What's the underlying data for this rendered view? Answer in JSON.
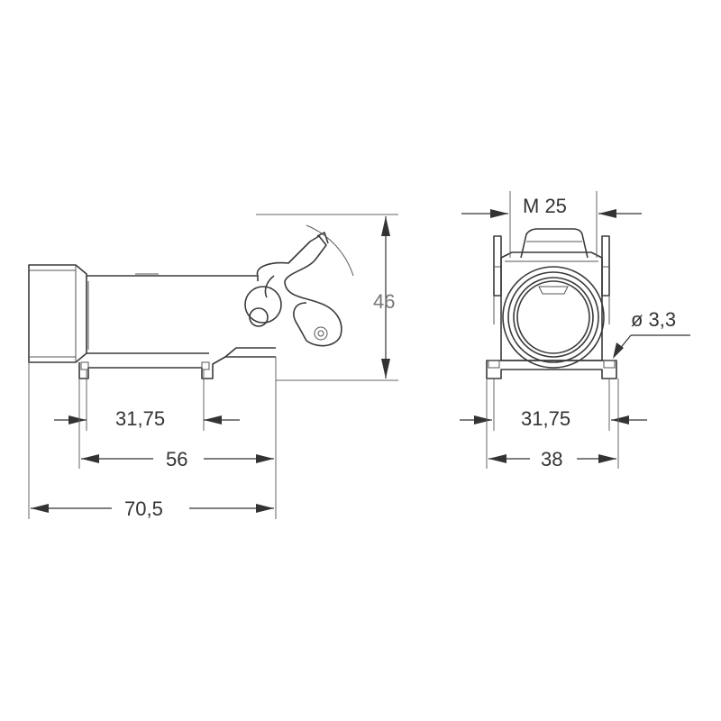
{
  "dimensions": {
    "height": "46",
    "thread": "M 25",
    "hole": "ø 3,3",
    "mount_side": "31,75",
    "inner_width": "56",
    "total_length": "70,5",
    "mount_front": "31,75",
    "width": "38"
  },
  "colors": {
    "line": "#3a3a3a",
    "dimension": "#333333",
    "text_light": "#777777"
  }
}
